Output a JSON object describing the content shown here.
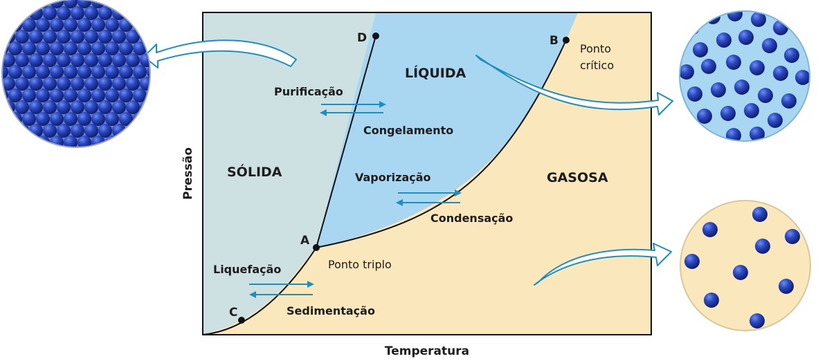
{
  "axes": {
    "x_label": "Temperatura",
    "y_label": "Pressão"
  },
  "phases": {
    "solid": "SÓLIDA",
    "liquid": "LÍQUIDA",
    "gas": "GASOSA"
  },
  "points": {
    "a": "A",
    "b": "B",
    "c": "C",
    "d": "D"
  },
  "annotations": {
    "triple_point": "Ponto triplo",
    "critical_point_line1": "Ponto",
    "critical_point_line2": "crítico"
  },
  "processes": {
    "purification": "Purificação",
    "freezing": "Congelamento",
    "vaporization": "Vaporização",
    "condensation": "Condensação",
    "liquefaction": "Liquefação",
    "sedimentation": "Sedimentação"
  },
  "colors": {
    "solid_region": "#cde0e2",
    "liquid_region": "#a9d6f1",
    "gas_region": "#fae7bb",
    "arrow": "#1b8fc0",
    "molecule": "#1e46b4"
  }
}
